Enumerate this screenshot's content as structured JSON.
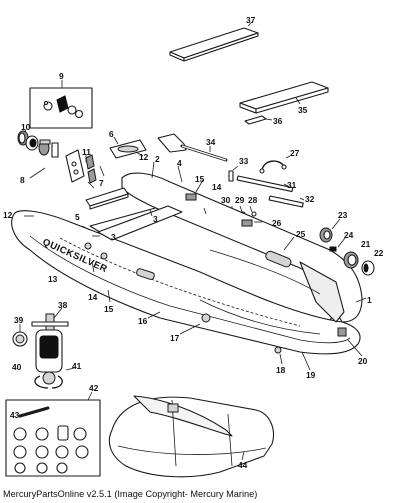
{
  "diagram": {
    "brand_text": "QUICKSILVER",
    "callouts": [
      {
        "id": "c1",
        "label": "1"
      },
      {
        "id": "c2",
        "label": "2"
      },
      {
        "id": "c3a",
        "label": "3"
      },
      {
        "id": "c3b",
        "label": "3"
      },
      {
        "id": "c4",
        "label": "4"
      },
      {
        "id": "c5",
        "label": "5"
      },
      {
        "id": "c6",
        "label": "6"
      },
      {
        "id": "c7",
        "label": "7"
      },
      {
        "id": "c8",
        "label": "8"
      },
      {
        "id": "c9",
        "label": "9"
      },
      {
        "id": "c10",
        "label": "10"
      },
      {
        "id": "c11",
        "label": "11"
      },
      {
        "id": "c12a",
        "label": "12"
      },
      {
        "id": "c12b",
        "label": "12"
      },
      {
        "id": "c13",
        "label": "13"
      },
      {
        "id": "c14a",
        "label": "14"
      },
      {
        "id": "c14b",
        "label": "14"
      },
      {
        "id": "c15a",
        "label": "15"
      },
      {
        "id": "c15b",
        "label": "15"
      },
      {
        "id": "c16",
        "label": "16"
      },
      {
        "id": "c17",
        "label": "17"
      },
      {
        "id": "c18",
        "label": "18"
      },
      {
        "id": "c19",
        "label": "19"
      },
      {
        "id": "c20",
        "label": "20"
      },
      {
        "id": "c21",
        "label": "21"
      },
      {
        "id": "c22",
        "label": "22"
      },
      {
        "id": "c23",
        "label": "23"
      },
      {
        "id": "c24",
        "label": "24"
      },
      {
        "id": "c25",
        "label": "25"
      },
      {
        "id": "c26",
        "label": "26"
      },
      {
        "id": "c27",
        "label": "27"
      },
      {
        "id": "c28",
        "label": "28"
      },
      {
        "id": "c29",
        "label": "29"
      },
      {
        "id": "c30",
        "label": "30"
      },
      {
        "id": "c31",
        "label": "31"
      },
      {
        "id": "c32",
        "label": "32"
      },
      {
        "id": "c33",
        "label": "33"
      },
      {
        "id": "c34",
        "label": "34"
      },
      {
        "id": "c35",
        "label": "35"
      },
      {
        "id": "c36",
        "label": "36"
      },
      {
        "id": "c37",
        "label": "37"
      },
      {
        "id": "c38",
        "label": "38"
      },
      {
        "id": "c39",
        "label": "39"
      },
      {
        "id": "c40",
        "label": "40"
      },
      {
        "id": "c41",
        "label": "41"
      },
      {
        "id": "c42",
        "label": "42"
      },
      {
        "id": "c43",
        "label": "43"
      },
      {
        "id": "c44",
        "label": "44"
      }
    ]
  },
  "footer": {
    "text": "MercuryPartsOnline v2.5.1 (Image Copyright- Mercury Marine)"
  }
}
